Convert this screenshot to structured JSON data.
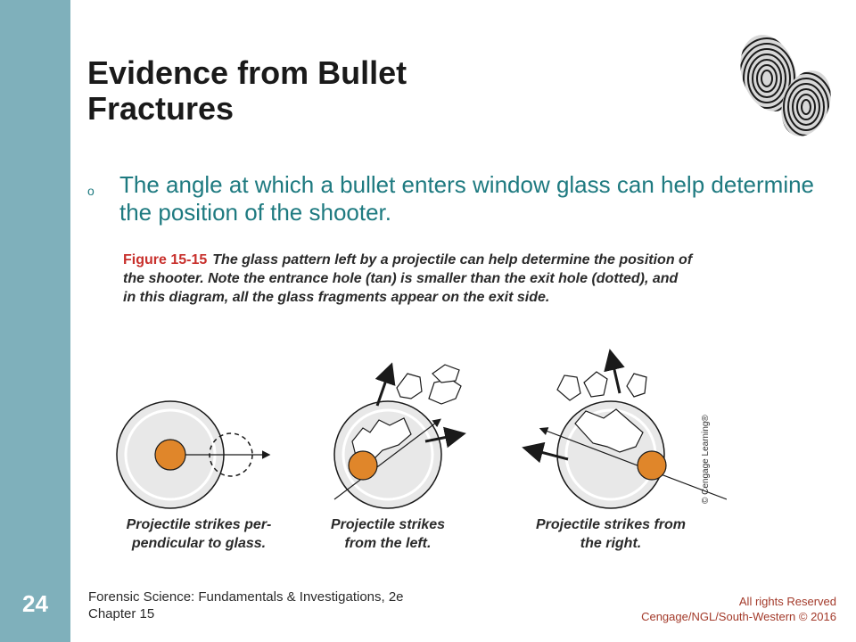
{
  "slide_number": "24",
  "title": {
    "line1": "Evidence from Bullet",
    "line2": "Fractures"
  },
  "bullet": {
    "marker": "o",
    "text": "The angle at which a bullet enters window glass can help determine the position of the shooter."
  },
  "figure": {
    "label": "Figure 15-15",
    "caption": "The glass pattern left by a projectile can help determine the position of the shooter. Note the entrance hole (tan) is smaller than the exit hole (dotted), and in this diagram, all the glass fragments appear on the exit side.",
    "credit": "© Cengage Learning®",
    "diagrams": [
      {
        "line1": "Projectile strikes per-",
        "line2": "pendicular to glass."
      },
      {
        "line1": "Projectile strikes",
        "line2": "from the left."
      },
      {
        "line1": "Projectile strikes from",
        "line2": "the right."
      }
    ]
  },
  "footer": {
    "book": "Forensic Science: Fundamentals & Investigations, 2e",
    "chapter": "Chapter 15",
    "rights": "All rights Reserved",
    "publisher": "Cengage/NGL/South-Western © 2016"
  },
  "colors": {
    "sidebar": "#7fb0bb",
    "bullet_text": "#1e7a80",
    "figure_label": "#c8302c",
    "entrance_hole": "#e0862a",
    "glass": "#e8e8e8",
    "footer_rights": "#a33a2a"
  },
  "icons": {
    "fingerprints": "fingerprint-icon"
  }
}
